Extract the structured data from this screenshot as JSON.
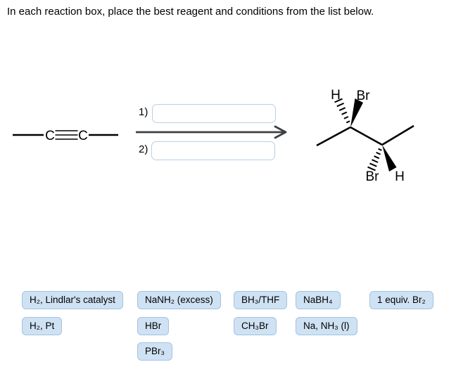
{
  "title": "In each reaction box, place the best reagent and conditions from the list below.",
  "reaction": {
    "reactant_atoms": [
      "C",
      "C"
    ],
    "steps": [
      {
        "label": "1)",
        "value": ""
      },
      {
        "label": "2)",
        "value": ""
      }
    ],
    "product_atoms": {
      "top_left": "H",
      "top_right": "Br",
      "bottom_left": "Br",
      "bottom_right": "H"
    }
  },
  "reagents": [
    "H₂, Lindlar's catalyst",
    "NaNH₂ (excess)",
    "BH₃/THF",
    "NaBH₄",
    "1 equiv. Br₂",
    "H₂, Pt",
    "HBr",
    "CH₃Br",
    "Na, NH₃ (l)",
    "PBr₃"
  ],
  "colors": {
    "chip_background": "#cfe2f4",
    "chip_border": "#a2c3e0",
    "input_border": "#b5cfe8",
    "arrow": "#3c4043",
    "structure": "#000000"
  }
}
